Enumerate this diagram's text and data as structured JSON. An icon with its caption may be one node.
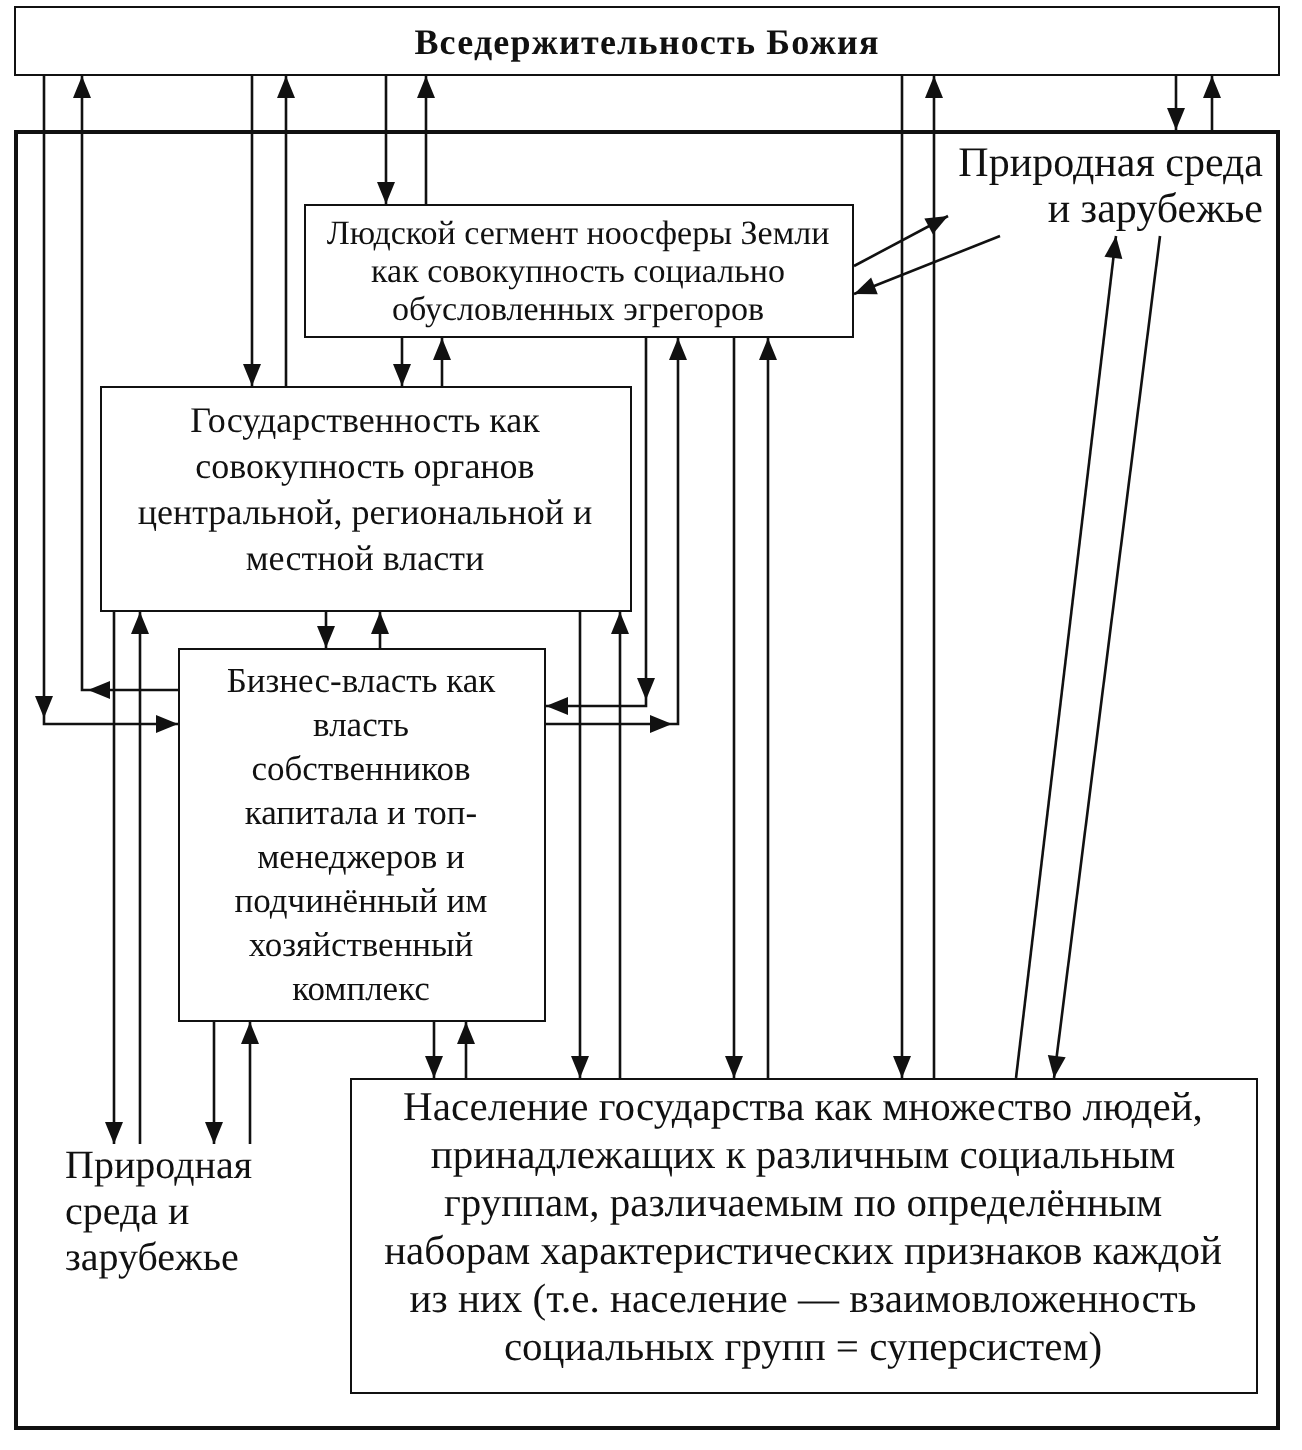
{
  "diagram": {
    "nodes": [
      {
        "text": [
          "Вседержительность Божия"
        ]
      },
      {
        "text": [],
        "shape": "box"
      },
      {
        "text": [
          "Людской сегмент ноосферы Земли как совокупность социально обусловленных эгрегоров"
        ],
        "in": 1
      },
      {
        "text": [
          "Природная среда и зарубежье"
        ],
        "in": 1
      },
      {
        "text": [
          "Государственность как совокупность органов центральной, региональной и местной власти"
        ],
        "in": 1
      },
      {
        "text": [
          "Бизнес-власть как власть собственников капитала и топ-менеджеров и подчинённый им хозяйственный комплекс"
        ],
        "in": 1
      },
      {
        "text": [
          "Природная среда и зарубежье"
        ],
        "in": 1
      },
      {
        "text": [
          "Население государства как множество людей, принадлежащих к различным социальным группам, различаемым по определённым наборам характеристических признаков каждой из них (т.е. население — взаимовложенность социальных групп = суперсистем)"
        ],
        "in": 1
      }
    ],
    "edges": [
      {
        "from": 0,
        "to": 5,
        "arrow": "to"
      },
      {
        "from": 5,
        "to": 0,
        "arrow": "to"
      },
      {
        "from": 0,
        "to": 4,
        "arrow": "to"
      },
      {
        "from": 4,
        "to": 0,
        "arrow": "to"
      },
      {
        "from": 0,
        "to": 2,
        "arrow": "to"
      },
      {
        "from": 2,
        "to": 0,
        "arrow": "to"
      },
      {
        "from": 0,
        "to": 7,
        "arrow": "to"
      },
      {
        "from": 7,
        "to": 0,
        "arrow": "to"
      },
      {
        "from": 0,
        "to": 1,
        "arrow": "to"
      },
      {
        "from": 1,
        "to": 0,
        "arrow": "to"
      },
      {
        "from": 2,
        "to": 4,
        "arrow": "to"
      },
      {
        "from": 4,
        "to": 2,
        "arrow": "to"
      },
      {
        "from": 2,
        "to": 5,
        "arrow": "to"
      },
      {
        "from": 5,
        "to": 2,
        "arrow": "to"
      },
      {
        "from": 2,
        "to": 7,
        "arrow": "to"
      },
      {
        "from": 7,
        "to": 2,
        "arrow": "to"
      },
      {
        "from": 2,
        "to": 3,
        "arrow": "to"
      },
      {
        "from": 3,
        "to": 2,
        "arrow": "to"
      },
      {
        "from": 4,
        "to": 5,
        "arrow": "to"
      },
      {
        "from": 5,
        "to": 4,
        "arrow": "to"
      },
      {
        "from": 4,
        "to": 6,
        "arrow": "to"
      },
      {
        "from": 6,
        "to": 4,
        "arrow": "to"
      },
      {
        "from": 4,
        "to": 7,
        "arrow": "to"
      },
      {
        "from": 7,
        "to": 4,
        "arrow": "to"
      },
      {
        "from": 5,
        "to": 6,
        "arrow": "to"
      },
      {
        "from": 6,
        "to": 5,
        "arrow": "to"
      },
      {
        "from": 5,
        "to": 7,
        "arrow": "to"
      },
      {
        "from": 7,
        "to": 5,
        "arrow": "to"
      },
      {
        "from": 7,
        "to": 3,
        "arrow": "to"
      },
      {
        "from": 3,
        "to": 7,
        "arrow": "to"
      }
    ]
  }
}
